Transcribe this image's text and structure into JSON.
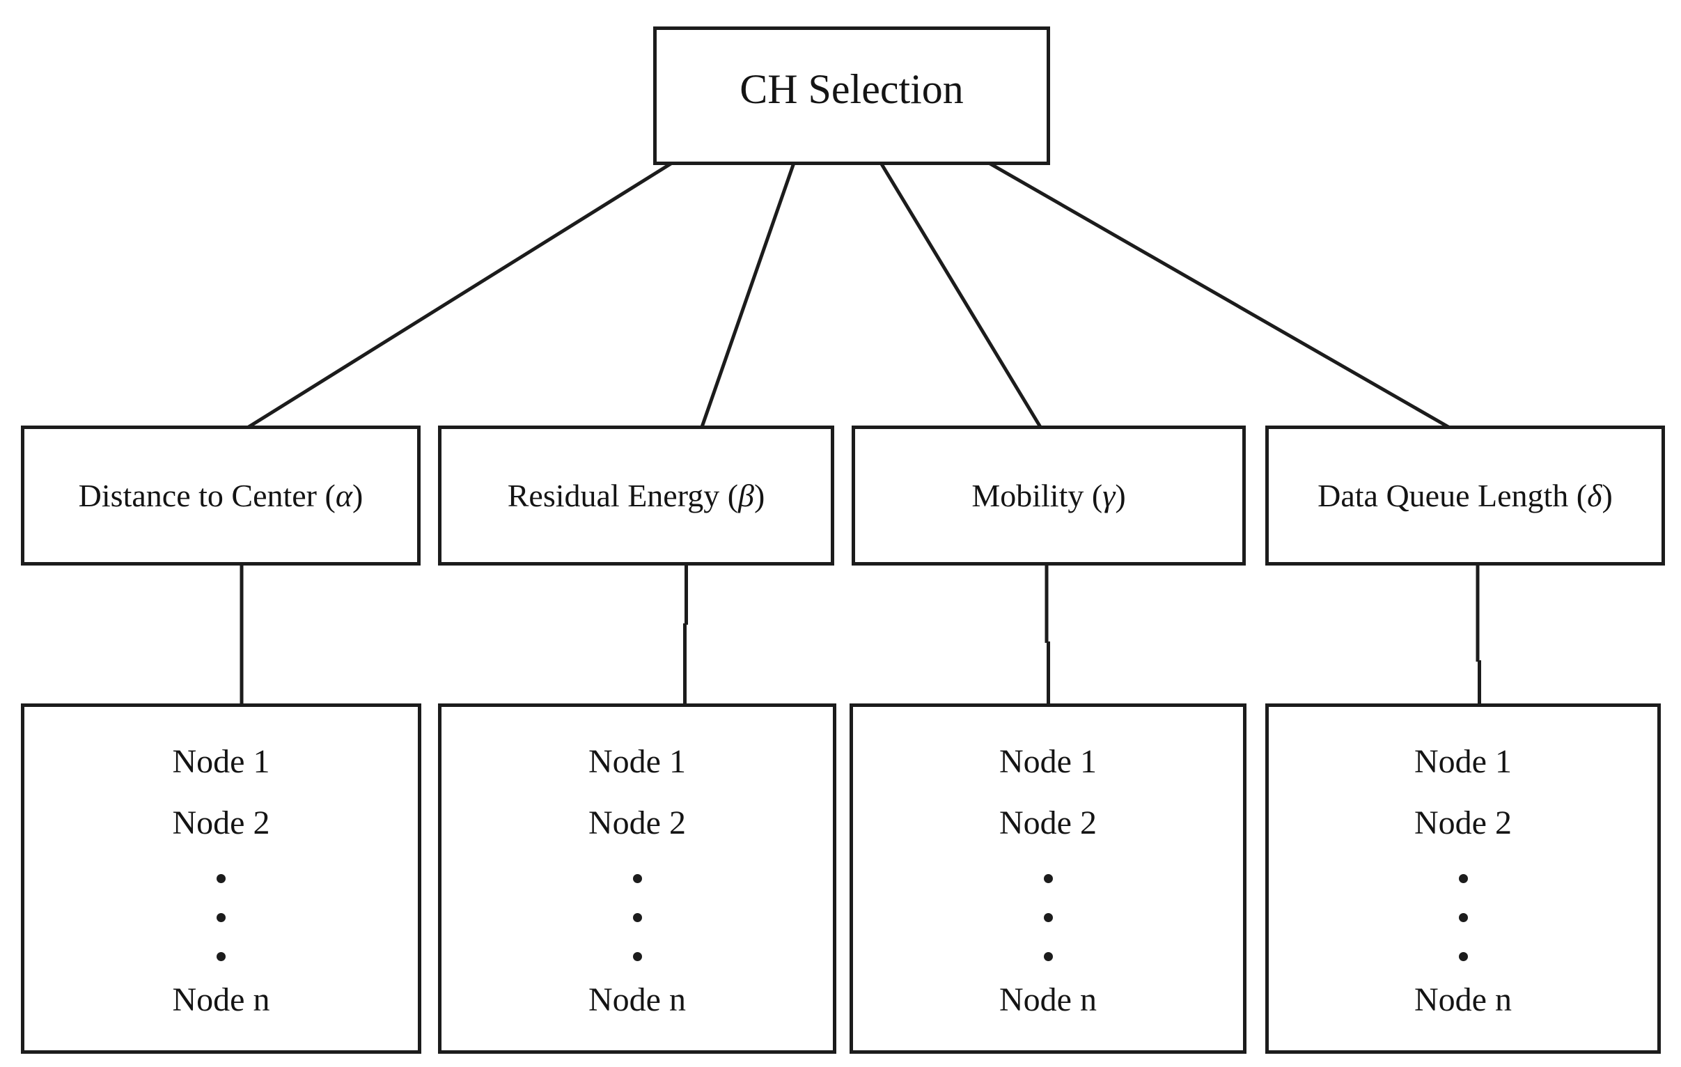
{
  "diagram": {
    "title": {
      "label": "CH Selection"
    },
    "criteria": [
      {
        "prefix": "Distance to Center (",
        "symbol": "α",
        "suffix": ")"
      },
      {
        "prefix": "Residual Energy (",
        "symbol": "β",
        "suffix": ")"
      },
      {
        "prefix": "Mobility (",
        "symbol": "γ",
        "suffix": ")"
      },
      {
        "prefix": "Data Queue Length (",
        "symbol": "δ",
        "suffix": ")"
      }
    ],
    "node_lists": [
      {
        "first": "Node 1",
        "second": "Node 2",
        "last": "Node n"
      },
      {
        "first": "Node 1",
        "second": "Node 2",
        "last": "Node n"
      },
      {
        "first": "Node 1",
        "second": "Node 2",
        "last": "Node n"
      },
      {
        "first": "Node 1",
        "second": "Node 2",
        "last": "Node n"
      }
    ],
    "colors": {
      "stroke": "#1c1c1c",
      "text": "#141414",
      "background": "#ffffff"
    }
  }
}
